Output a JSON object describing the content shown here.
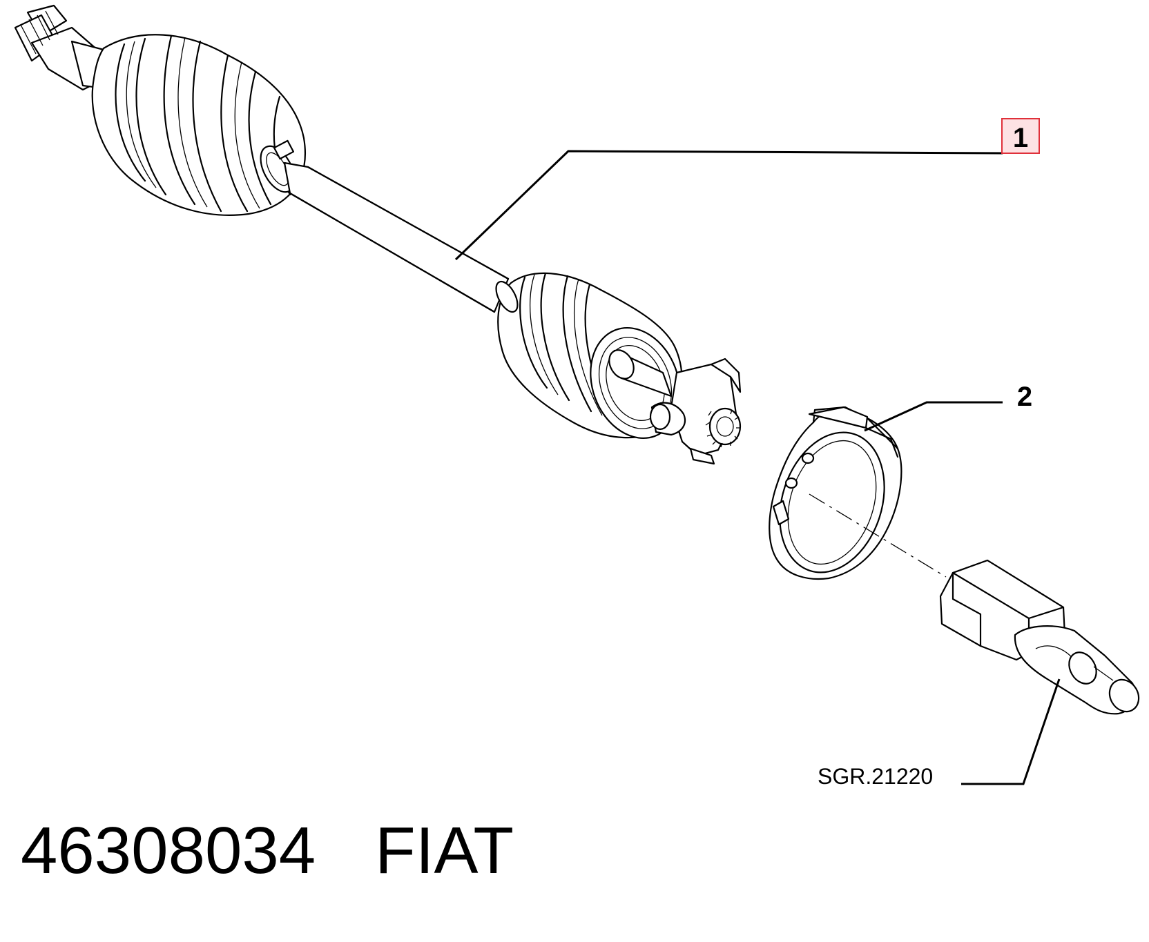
{
  "callouts": {
    "item1": "1",
    "item2": "2",
    "reference": "SGR.21220"
  },
  "footer": {
    "part_number": "46308034",
    "brand": "FIAT"
  },
  "colors": {
    "lines": "#000000",
    "highlight_border": "#e0303a",
    "highlight_fill": "#fde2e4",
    "background": "#ffffff"
  }
}
